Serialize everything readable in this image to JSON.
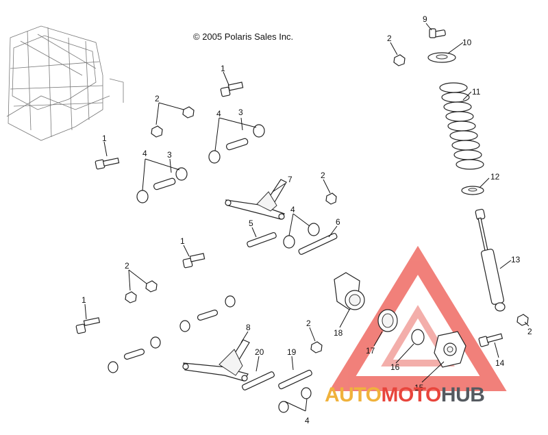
{
  "copyright": "© 2005 Polaris Sales Inc.",
  "callouts": [
    {
      "id": "c-1a",
      "text": "1"
    },
    {
      "id": "c-2a",
      "text": "2"
    },
    {
      "id": "c-4a",
      "text": "4"
    },
    {
      "id": "c-3a",
      "text": "3"
    },
    {
      "id": "c-1b",
      "text": "1"
    },
    {
      "id": "c-4b",
      "text": "4"
    },
    {
      "id": "c-3b",
      "text": "3"
    },
    {
      "id": "c-7",
      "text": "7"
    },
    {
      "id": "c-2b",
      "text": "2"
    },
    {
      "id": "c-5",
      "text": "5"
    },
    {
      "id": "c-4c",
      "text": "4"
    },
    {
      "id": "c-6",
      "text": "6"
    },
    {
      "id": "c-1c",
      "text": "1"
    },
    {
      "id": "c-2c",
      "text": "2"
    },
    {
      "id": "c-1d",
      "text": "1"
    },
    {
      "id": "c-8",
      "text": "8"
    },
    {
      "id": "c-20",
      "text": "20"
    },
    {
      "id": "c-19",
      "text": "19"
    },
    {
      "id": "c-4d",
      "text": "4"
    },
    {
      "id": "c-2d",
      "text": "2"
    },
    {
      "id": "c-18",
      "text": "18"
    },
    {
      "id": "c-17",
      "text": "17"
    },
    {
      "id": "c-16",
      "text": "16"
    },
    {
      "id": "c-15",
      "text": "15"
    },
    {
      "id": "c-14",
      "text": "14"
    },
    {
      "id": "c-9",
      "text": "9"
    },
    {
      "id": "c-2e",
      "text": "2"
    },
    {
      "id": "c-10",
      "text": "10"
    },
    {
      "id": "c-11",
      "text": "11"
    },
    {
      "id": "c-12",
      "text": "12"
    },
    {
      "id": "c-13",
      "text": "13"
    },
    {
      "id": "c-2f",
      "text": "2"
    }
  ],
  "watermark": {
    "auto": "AUTO",
    "moto": "MOTO",
    "hub": "HUB",
    "colors": {
      "auto": "#f0b23c",
      "moto": "#e8453c",
      "hub": "#555a60"
    }
  }
}
